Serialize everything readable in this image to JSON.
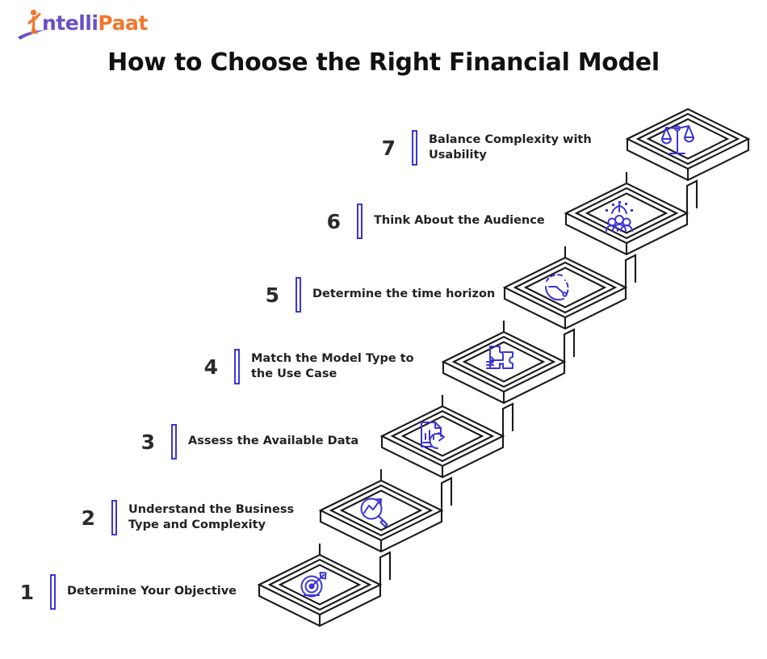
{
  "brand": {
    "name_part1": "ntelli",
    "name_part2": "Paat",
    "logo_icon": "running-person-icon",
    "color_purple": "#6b4fc4",
    "color_orange": "#f2762e"
  },
  "header": {
    "title": "How to Choose the Right Financial Model"
  },
  "theme": {
    "accent_blue": "#3b35d6",
    "stair_line": "#1a1a1a",
    "background": "#ffffff"
  },
  "chart_data": {
    "type": "diagram",
    "subtype": "isometric-staircase",
    "title": "How to Choose the Right Financial Model",
    "step_count": 7,
    "direction": "ascending left-to-right, bottom-to-top",
    "steps": [
      {
        "number": "1",
        "label": "Determine Your Objective",
        "icon": "target-arrow-icon"
      },
      {
        "number": "2",
        "label": "Understand the Business\nType and Complexity",
        "icon": "magnifier-trend-icon"
      },
      {
        "number": "3",
        "label": "Assess the Available Data",
        "icon": "document-chart-refresh-icon"
      },
      {
        "number": "4",
        "label": "Match the Model Type to\nthe Use Case",
        "icon": "puzzle-pieces-icon"
      },
      {
        "number": "5",
        "label": "Determine the time horizon",
        "icon": "clock-dashed-icon"
      },
      {
        "number": "6",
        "label": "Think About the Audience",
        "icon": "audience-group-icon"
      },
      {
        "number": "7",
        "label": "Balance Complexity with\nUsability",
        "icon": "balance-scales-icon"
      }
    ]
  }
}
